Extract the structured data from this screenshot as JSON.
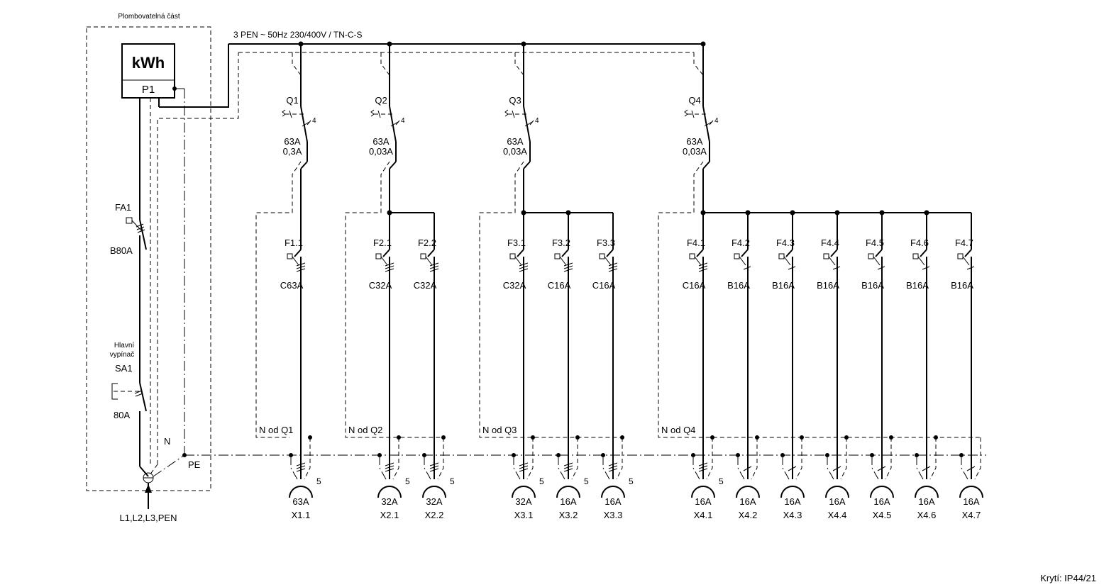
{
  "sealed_area_label": "Plombovatelná část",
  "meter": {
    "top_label": "kWh",
    "bottom_label": "P1"
  },
  "supply": {
    "bus_label": "3 PEN ~ 50Hz  230/400V / TN-C-S",
    "incoming_label": "L1,L2,L3,PEN",
    "n_label": "N",
    "pe_label": "PE"
  },
  "main_fuse": {
    "tag": "FA1",
    "rating": "B80A"
  },
  "main_switch": {
    "title_line1": "Hlavní",
    "title_line2": "vypínač",
    "tag": "SA1",
    "rating": "80A"
  },
  "rcds": [
    {
      "tag": "Q1",
      "poles": "4",
      "rating": "63A",
      "sensitivity": "0,3A",
      "n_label": "N od Q1"
    },
    {
      "tag": "Q2",
      "poles": "4",
      "rating": "63A",
      "sensitivity": "0,03A",
      "n_label": "N od Q2"
    },
    {
      "tag": "Q3",
      "poles": "4",
      "rating": "63A",
      "sensitivity": "0,03A",
      "n_label": "N od Q3"
    },
    {
      "tag": "Q4",
      "poles": "4",
      "rating": "63A",
      "sensitivity": "0,03A",
      "n_label": "N od Q4"
    }
  ],
  "breakers": [
    {
      "tag": "F1.1",
      "rating": "C63A",
      "socket_rating": "63A",
      "socket": "X1.1",
      "poles": "5"
    },
    {
      "tag": "F2.1",
      "rating": "C32A",
      "socket_rating": "32A",
      "socket": "X2.1",
      "poles": "5"
    },
    {
      "tag": "F2.2",
      "rating": "C32A",
      "socket_rating": "32A",
      "socket": "X2.2",
      "poles": "5"
    },
    {
      "tag": "F3.1",
      "rating": "C32A",
      "socket_rating": "32A",
      "socket": "X3.1",
      "poles": "5"
    },
    {
      "tag": "F3.2",
      "rating": "C16A",
      "socket_rating": "16A",
      "socket": "X3.2",
      "poles": "5"
    },
    {
      "tag": "F3.3",
      "rating": "C16A",
      "socket_rating": "16A",
      "socket": "X3.3",
      "poles": "5"
    },
    {
      "tag": "F4.1",
      "rating": "C16A",
      "socket_rating": "16A",
      "socket": "X4.1",
      "poles": "5"
    },
    {
      "tag": "F4.2",
      "rating": "B16A",
      "socket_rating": "16A",
      "socket": "X4.2",
      "poles": ""
    },
    {
      "tag": "F4.3",
      "rating": "B16A",
      "socket_rating": "16A",
      "socket": "X4.3",
      "poles": ""
    },
    {
      "tag": "F4.4",
      "rating": "B16A",
      "socket_rating": "16A",
      "socket": "X4.4",
      "poles": ""
    },
    {
      "tag": "F4.5",
      "rating": "B16A",
      "socket_rating": "16A",
      "socket": "X4.5",
      "poles": ""
    },
    {
      "tag": "F4.6",
      "rating": "B16A",
      "socket_rating": "16A",
      "socket": "X4.6",
      "poles": ""
    },
    {
      "tag": "F4.7",
      "rating": "B16A",
      "socket_rating": "16A",
      "socket": "X4.7",
      "poles": ""
    }
  ],
  "footer": {
    "protection": "Krytí: IP44/21"
  }
}
